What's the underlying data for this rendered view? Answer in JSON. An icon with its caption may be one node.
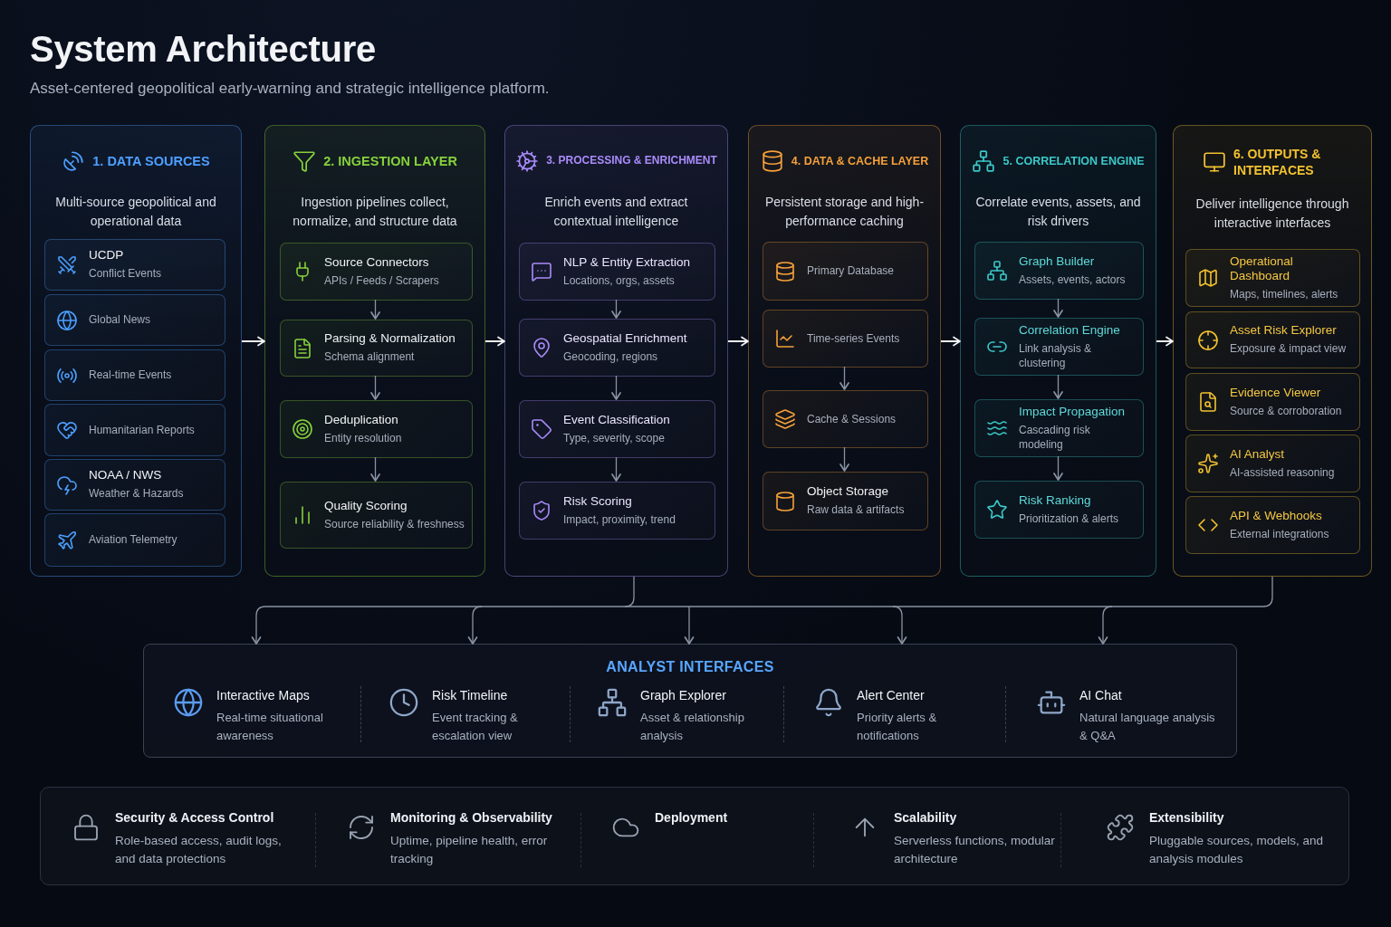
{
  "diagram": {
    "title": "System Architecture",
    "nodes": [
      {
        "text": [
          "1. DATA SOURCES",
          "Multi-source geopolitical and operational data"
        ]
      },
      {
        "text": [
          "UCDP",
          "Conflict Events"
        ],
        "in": 0
      },
      {
        "text": [
          "Global News"
        ],
        "in": 0
      },
      {
        "text": [
          "Real-time Events"
        ],
        "in": 0
      },
      {
        "text": [
          "Humanitarian Reports"
        ],
        "in": 0
      },
      {
        "text": [
          "NOAA / NWS",
          "Weather & Hazards"
        ],
        "in": 0
      },
      {
        "text": [
          "Aviation Telemetry"
        ],
        "in": 0
      },
      {
        "text": [
          "2. INGESTION LAYER",
          "Ingestion pipelines collect, normalize, and structure data"
        ]
      },
      {
        "text": [
          "Source Connectors",
          "APIs / Feeds / Scrapers"
        ],
        "in": 7
      },
      {
        "text": [
          "Parsing & Normalization",
          "Schema alignment"
        ],
        "in": 7
      },
      {
        "text": [
          "Deduplication",
          "Entity resolution"
        ],
        "in": 7
      },
      {
        "text": [
          "Quality Scoring",
          "Source reliability & freshness"
        ],
        "in": 7
      },
      {
        "text": [
          "3. PROCESSING & ENRICHMENT",
          "Enrich events and extract contextual intelligence"
        ]
      },
      {
        "text": [
          "NLP & Entity Extraction",
          "Locations, orgs, assets"
        ],
        "in": 12
      },
      {
        "text": [
          "Geospatial Enrichment",
          "Geocoding, regions"
        ],
        "in": 12
      },
      {
        "text": [
          "Event Classification",
          "Type, severity, scope"
        ],
        "in": 12
      },
      {
        "text": [
          "Risk Scoring",
          "Impact, proximity, trend"
        ],
        "in": 12
      },
      {
        "text": [
          "4. DATA & CACHE LAYER",
          "Persistent storage and high-performance caching"
        ]
      },
      {
        "text": [
          "Primary Database"
        ],
        "in": 17
      },
      {
        "text": [
          "Time-series Events"
        ],
        "in": 17
      },
      {
        "text": [
          "Cache & Sessions"
        ],
        "in": 17
      },
      {
        "text": [
          "Object Storage",
          "Raw data & artifacts"
        ],
        "in": 17
      },
      {
        "text": [
          "5. CORRELATION ENGINE",
          "Correlate events, assets, and risk drivers"
        ]
      },
      {
        "text": [
          "Graph Builder",
          "Assets, events, actors"
        ],
        "in": 22
      },
      {
        "text": [
          "Correlation Engine",
          "Link analysis & clustering"
        ],
        "in": 22
      },
      {
        "text": [
          "Impact Propagation",
          "Cascading risk modeling"
        ],
        "in": 22
      },
      {
        "text": [
          "Risk Ranking",
          "Prioritization & alerts"
        ],
        "in": 22
      },
      {
        "text": [
          "6. OUTPUTS & INTERFACES",
          "Deliver intelligence through interactive interfaces"
        ]
      },
      {
        "text": [
          "Operational Dashboard",
          "Maps, timelines, alerts"
        ],
        "in": 27
      },
      {
        "text": [
          "Asset Risk Explorer",
          "Exposure & impact view"
        ],
        "in": 27
      },
      {
        "text": [
          "Evidence Viewer",
          "Source & corroboration"
        ],
        "in": 27
      },
      {
        "text": [
          "AI Analyst",
          "AI-assisted reasoning"
        ],
        "in": 27
      },
      {
        "text": [
          "API & Webhooks",
          "External integrations"
        ],
        "in": 27
      },
      {
        "text": [
          "ANALYST INTERFACES"
        ]
      },
      {
        "text": [
          "Interactive Maps",
          "Real-time situational awareness"
        ],
        "in": 33
      },
      {
        "text": [
          "Risk Timeline",
          "Event tracking & escalation view"
        ],
        "in": 33
      },
      {
        "text": [
          "Graph Explorer",
          "Asset & relationship analysis"
        ],
        "in": 33
      },
      {
        "text": [
          "Alert Center",
          "Priority alerts & notifications"
        ],
        "in": 33
      },
      {
        "text": [
          "AI Chat",
          "Natural language analysis & Q&A"
        ],
        "in": 33
      }
    ],
    "edges": [
      {
        "from": 0,
        "to": 7,
        "arrow": "to",
        "color": "#f2f4f8"
      },
      {
        "from": 7,
        "to": 12,
        "arrow": "to",
        "color": "#f2f4f8"
      },
      {
        "from": 12,
        "to": 17,
        "arrow": "to",
        "color": "#f2f4f8"
      },
      {
        "from": 17,
        "to": 22,
        "arrow": "to",
        "color": "#f2f4f8"
      },
      {
        "from": 22,
        "to": 27,
        "arrow": "to",
        "color": "#f2f4f8"
      },
      {
        "from": 8,
        "to": 9,
        "arrow": "to"
      },
      {
        "from": 9,
        "to": 10,
        "arrow": "to"
      },
      {
        "from": 10,
        "to": 11,
        "arrow": "to"
      },
      {
        "from": 13,
        "to": 14,
        "arrow": "to"
      },
      {
        "from": 14,
        "to": 15,
        "arrow": "to"
      },
      {
        "from": 15,
        "to": 16,
        "arrow": "to"
      },
      {
        "from": 19,
        "to": 20,
        "arrow": "to"
      },
      {
        "from": 20,
        "to": 21,
        "arrow": "to"
      },
      {
        "from": 23,
        "to": 24,
        "arrow": "to"
      },
      {
        "from": 24,
        "to": 25,
        "arrow": "to"
      },
      {
        "from": 25,
        "to": 26,
        "arrow": "to"
      },
      {
        "from": 12,
        "to": 33,
        "arrow": "to"
      },
      {
        "from": 27,
        "to": 33,
        "arrow": "to"
      }
    ],
    "labels": [
      "Asset-centered geopolitical early-warning and strategic intelligence platform.",
      "Security & Access Control",
      "Role-based access, audit logs, and data protections",
      "Monitoring & Observability",
      "Uptime, pipeline health, error tracking",
      "Deployment",
      "Scalability",
      "Serverless functions, modular architecture",
      "Extensibility",
      "Pluggable sources, models, and analysis modules"
    ]
  }
}
